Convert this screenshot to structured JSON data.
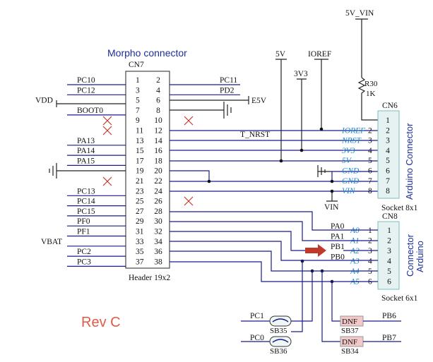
{
  "title": "Morpho connector",
  "header": {
    "ref": "CN7",
    "footer": "Header 19x2",
    "left_pins": [
      "1",
      "3",
      "5",
      "7",
      "9",
      "11",
      "13",
      "15",
      "17",
      "19",
      "21",
      "23",
      "25",
      "27",
      "29",
      "31",
      "33",
      "35",
      "37"
    ],
    "right_pins": [
      "2",
      "4",
      "6",
      "8",
      "10",
      "12",
      "14",
      "16",
      "18",
      "20",
      "22",
      "24",
      "26",
      "28",
      "30",
      "32",
      "34",
      "36",
      "38"
    ],
    "left_nets": [
      "PC10",
      "PC12",
      "VDD",
      "BOOT0",
      "",
      "",
      "PA13",
      "PA14",
      "PA15",
      "",
      "",
      "PC13",
      "PC14",
      "PC15",
      "PF0",
      "PF1",
      "VBAT",
      "PC2",
      "PC3"
    ],
    "right_nets": [
      "PC11",
      "PD2",
      "E5V",
      "",
      "",
      "",
      "",
      "",
      "",
      "",
      "",
      "",
      "",
      "",
      "",
      "",
      "",
      "",
      ""
    ]
  },
  "power_labels": {
    "v5": "5V",
    "v3": "3V3",
    "ioref": "IOREF",
    "v5_vin": "5V_VIN",
    "vin": "VIN",
    "nrst": "T_NRST"
  },
  "resistor": {
    "ref": "R30",
    "value": "1K"
  },
  "cn6": {
    "ref": "CN6",
    "footer": "Socket 8x1",
    "side_label": "Arduino Connector",
    "pins": [
      "1",
      "2",
      "3",
      "4",
      "5",
      "6",
      "7",
      "8"
    ],
    "signals": [
      "",
      "IOREF",
      "NRST",
      "3V3",
      "5V",
      "GND",
      "GND",
      "VIN"
    ],
    "signal_pins": [
      "",
      "2",
      "3",
      "4",
      "5",
      "6",
      "7",
      "8"
    ]
  },
  "cn8": {
    "ref": "CN8",
    "footer": "Socket 6x1",
    "side_label": "Connector Arduino",
    "pins": [
      "1",
      "2",
      "3",
      "4",
      "5",
      "6"
    ],
    "nets": [
      "PA0",
      "PA1",
      "PB1",
      "PB0",
      "",
      ""
    ],
    "signals": [
      "A0",
      "A1",
      "A2",
      "A3",
      "A4",
      "A5"
    ]
  },
  "solder_bridges": [
    {
      "ref": "SB35",
      "net": "PC1"
    },
    {
      "ref": "SB36",
      "net": "PC0"
    }
  ],
  "dnf": [
    {
      "label": "DNF",
      "ref": "SB37",
      "net": "PB6"
    },
    {
      "label": "DNF",
      "ref": "SB34",
      "net": "PB7"
    }
  ],
  "revision": "Rev C",
  "colors": {
    "wire": "#1a1a8c",
    "title": "#1c2f9c",
    "signal_label": "#1d8ad0",
    "rev_text": "#e05a4a",
    "connector_fill": "#e6f2f2",
    "dnf_fill": "#f2c8c8",
    "arrow": "#c0392b"
  }
}
